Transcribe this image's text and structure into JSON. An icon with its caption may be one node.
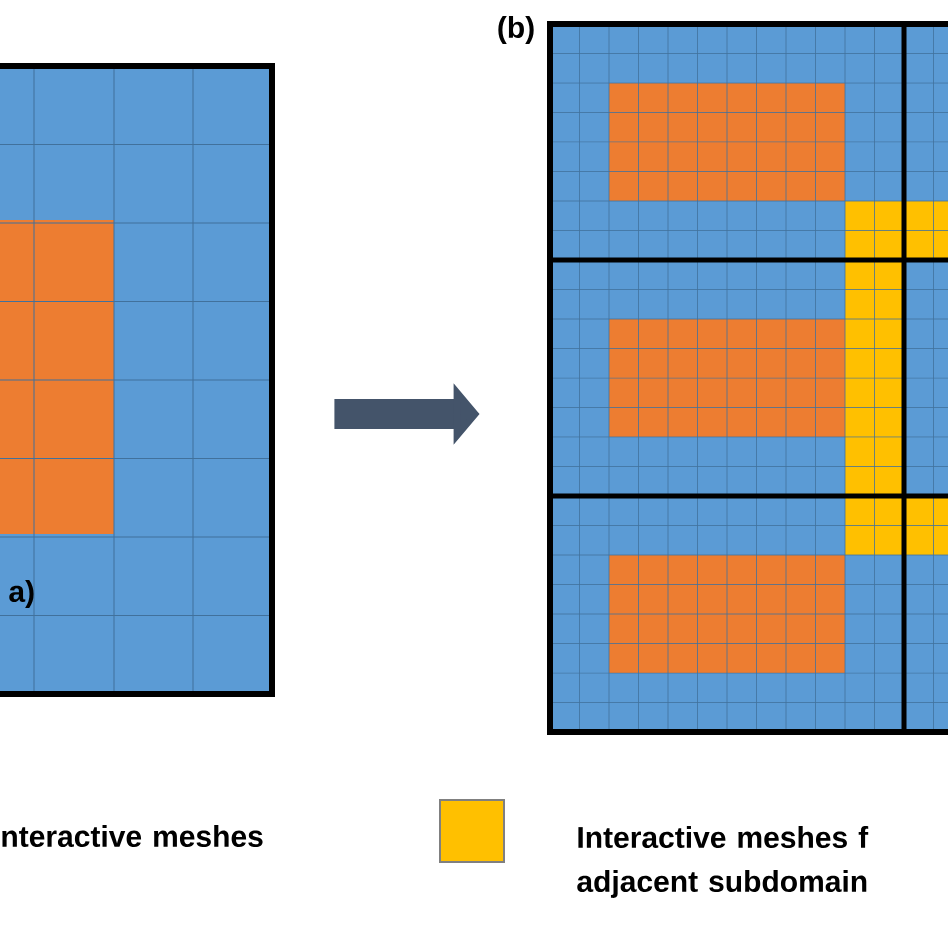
{
  "diagram": {
    "nodes": [
      {
        "text": [
          "a)"
        ]
      },
      {
        "text": [
          "(b)"
        ]
      }
    ],
    "edges": [
      {
        "from": 0,
        "to": 1,
        "arrow": "to"
      }
    ],
    "legend": [
      {
        "text": "nteractive meshes"
      },
      {
        "text": "Interactive meshes f adjacent subdomain",
        "color": "#ffc000"
      }
    ]
  }
}
